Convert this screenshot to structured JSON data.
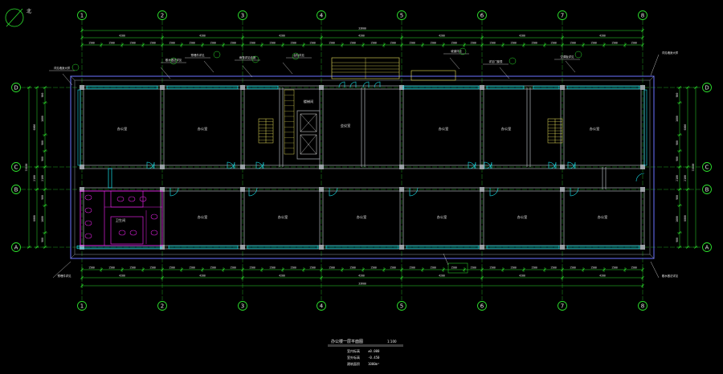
{
  "drawing": {
    "background": "#000000",
    "colors": {
      "dimension": "#2de12d",
      "wall": "#9aa0a6",
      "window": "#19e6f0",
      "text": "#e8e8e8",
      "stair": "#e8e05a",
      "toilet": "#e020e0",
      "callout": "#e8e8e8",
      "outer": "#5a62d8"
    },
    "grid_axes_x": [
      "1",
      "2",
      "3",
      "4",
      "5",
      "6",
      "7",
      "8"
    ],
    "grid_axes_y": [
      "D",
      "C",
      "B",
      "A"
    ],
    "north_arrow": "north-arrow-icon",
    "title_block": {
      "title": "办公楼一层平面图",
      "scale": "1:100",
      "notes": [
        {
          "label": "室内标高",
          "value": "±0.000"
        },
        {
          "label": "室外标高",
          "value": "-0.450"
        },
        {
          "label": "建筑面积",
          "value": "1000m²"
        }
      ]
    },
    "overall_dimension": "33600",
    "bay_dimension": "4200",
    "depth_dimensions": [
      "6000",
      "2100",
      "6000"
    ],
    "room_labels": [
      "办公室",
      "办公室",
      "会议室",
      "楼梯间",
      "办公室",
      "办公室",
      "办公室",
      "卫生间",
      "办公室",
      "办公室",
      "办公室",
      "办公室",
      "办公室",
      "办公室"
    ],
    "callouts": [
      "详见墙身大样",
      "散水做法详见",
      "预埋件详见",
      "雨篷详见结施",
      "台阶详见",
      "坡道详见",
      "详见门窗表",
      "空调板详见"
    ]
  }
}
